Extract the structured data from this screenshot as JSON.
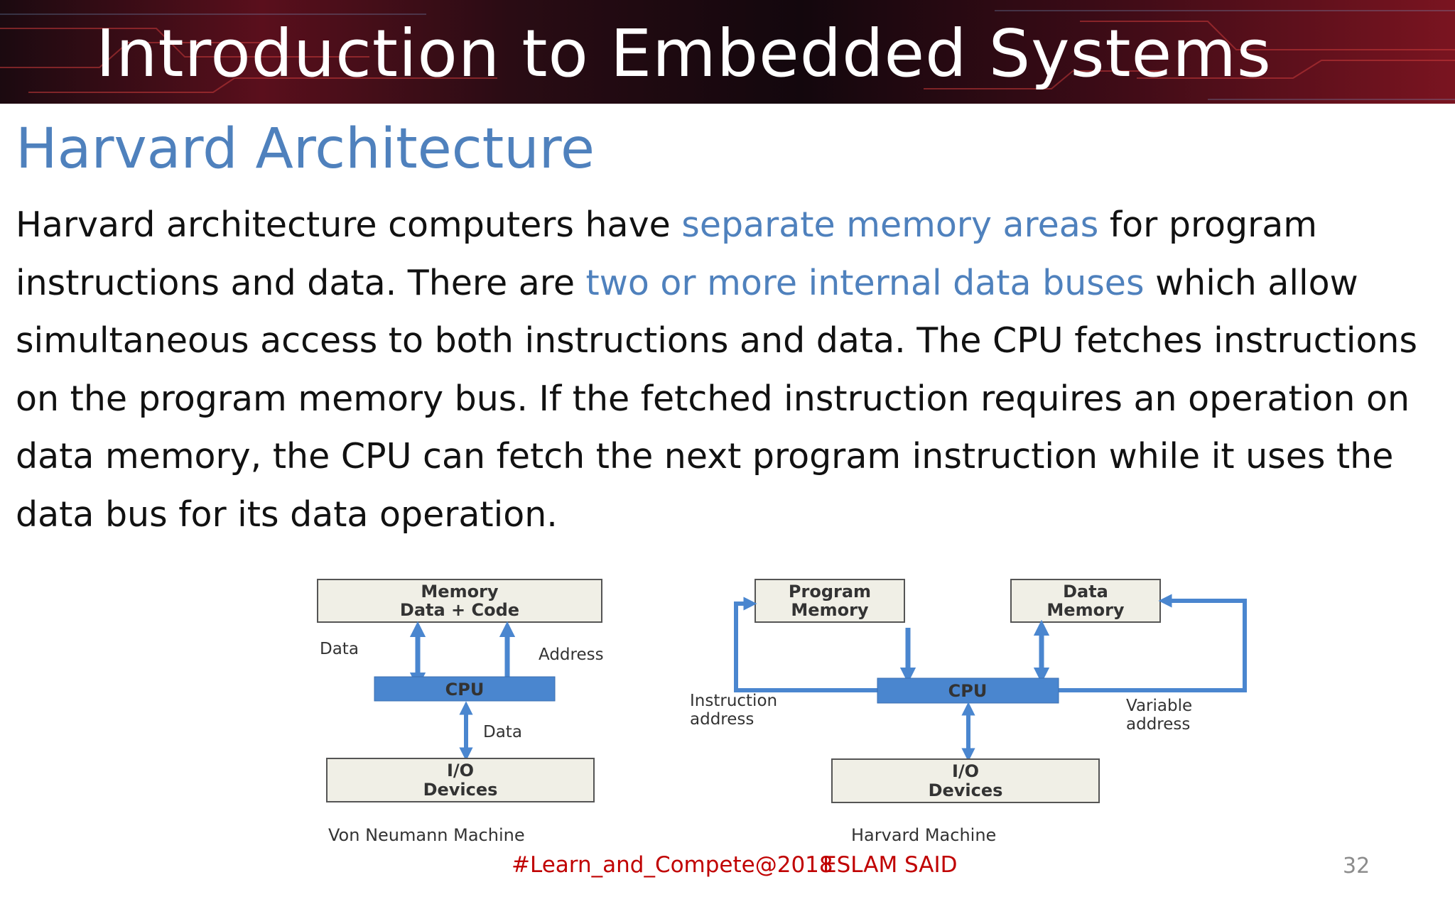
{
  "header": {
    "title": "Introduction to Embedded Systems"
  },
  "slide": {
    "title": "Harvard Architecture",
    "body": {
      "t1": "Harvard architecture computers have ",
      "h1": "separate memory areas",
      "t2": " for program instructions and data. There are ",
      "h2": "two or more internal data buses",
      "t3": " which allow simultaneous access to both instructions and data. The CPU fetches instructions on the program memory bus. If the fetched instruction requires an operation on data memory, the CPU can fetch the next program instruction while it uses the data bus for its data operation."
    }
  },
  "diagram": {
    "von_neumann": {
      "memory_line1": "Memory",
      "memory_line2": "Data + Code",
      "data_label": "Data",
      "address_label": "Address",
      "cpu": "CPU",
      "io_data_label": "Data",
      "io_line1": "I/O",
      "io_line2": "Devices",
      "caption": "Von Neumann Machine"
    },
    "harvard": {
      "program_line1": "Program",
      "program_line2": "Memory",
      "data_line1": "Data",
      "data_line2": "Memory",
      "cpu": "CPU",
      "instr_line1": "Instruction",
      "instr_line2": "address",
      "var_line1": "Variable",
      "var_line2": "address",
      "io_line1": "I/O",
      "io_line2": "Devices",
      "caption": "Harvard Machine"
    }
  },
  "footer": {
    "hashtag": "#Learn_and_Compete@2018",
    "author": "ESLAM SAID",
    "page_number": "32"
  },
  "colors": {
    "accent": "#4f81bd",
    "footer": "#c00000",
    "box_fill": "#f0efe6",
    "cpu_fill": "#4a86cf"
  }
}
